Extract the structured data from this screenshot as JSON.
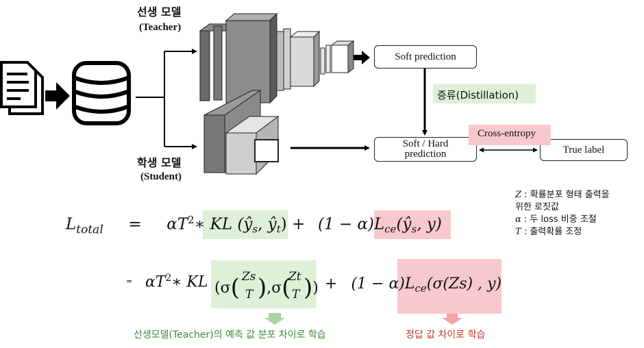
{
  "teacher": {
    "title": "선생 모델",
    "subtitle": "(Teacher)"
  },
  "student": {
    "title": "학생 모델",
    "subtitle": "(Student)"
  },
  "boxes": {
    "soft_prediction": "Soft prediction",
    "soft_hard_line1": "Soft / Hard",
    "soft_hard_line2": "prediction",
    "true_label": "True label"
  },
  "tags": {
    "distillation": "증류(Distillation)",
    "cross_entropy": "Cross-entropy"
  },
  "legend": {
    "z_sym": "Z",
    "z_desc_1": " : 확률분포 형태 출력을",
    "z_desc_2": "위한 로짓값",
    "alpha_sym": "α",
    "alpha_desc": " : 두 loss 비중 조절",
    "t_sym": "T",
    "t_desc": " : 출력확률 조정"
  },
  "formula1": {
    "lhs": "L",
    "lhs_sub": "total",
    "equals": "=",
    "coef": "αT",
    "coef_sup": "2",
    "star": "∗",
    "kl": "KL (ŷ",
    "kl_s": "s",
    "kl_mid": ", ŷ",
    "kl_t": "t",
    "kl_end": ")",
    "plus": "+",
    "ce_coef": "(1 − α)",
    "ce": "L",
    "ce_sub": "ce",
    "ce_args": "(ŷ",
    "ce_s": "s",
    "ce_end": ", y)"
  },
  "formula2": {
    "equals": "=",
    "coef": "αT",
    "coef_sup": "2",
    "star": "∗",
    "kl": "KL",
    "sigma": "σ",
    "frac1_num": "Zs",
    "frac1_den": "T",
    "frac2_num": "Zt",
    "frac2_den": "T",
    "plus": "+",
    "ce_coef": "(1 − α)",
    "ce": "L",
    "ce_sub": "ce",
    "ce_args": "(σ(Zs) , y)"
  },
  "captions": {
    "teacher_caption": "선생모델(Teacher)의 예측 값 분포 차이로 학습",
    "answer_caption": "정답 값 차이로 학습"
  },
  "colors": {
    "green_highlight": "#dff0d8",
    "pink_highlight": "#f8c9cc",
    "green_text": "#3a8a3a",
    "red_text": "#c0392b",
    "green_arrow": "#a8d5a0",
    "pink_arrow": "#f4a3a8"
  }
}
